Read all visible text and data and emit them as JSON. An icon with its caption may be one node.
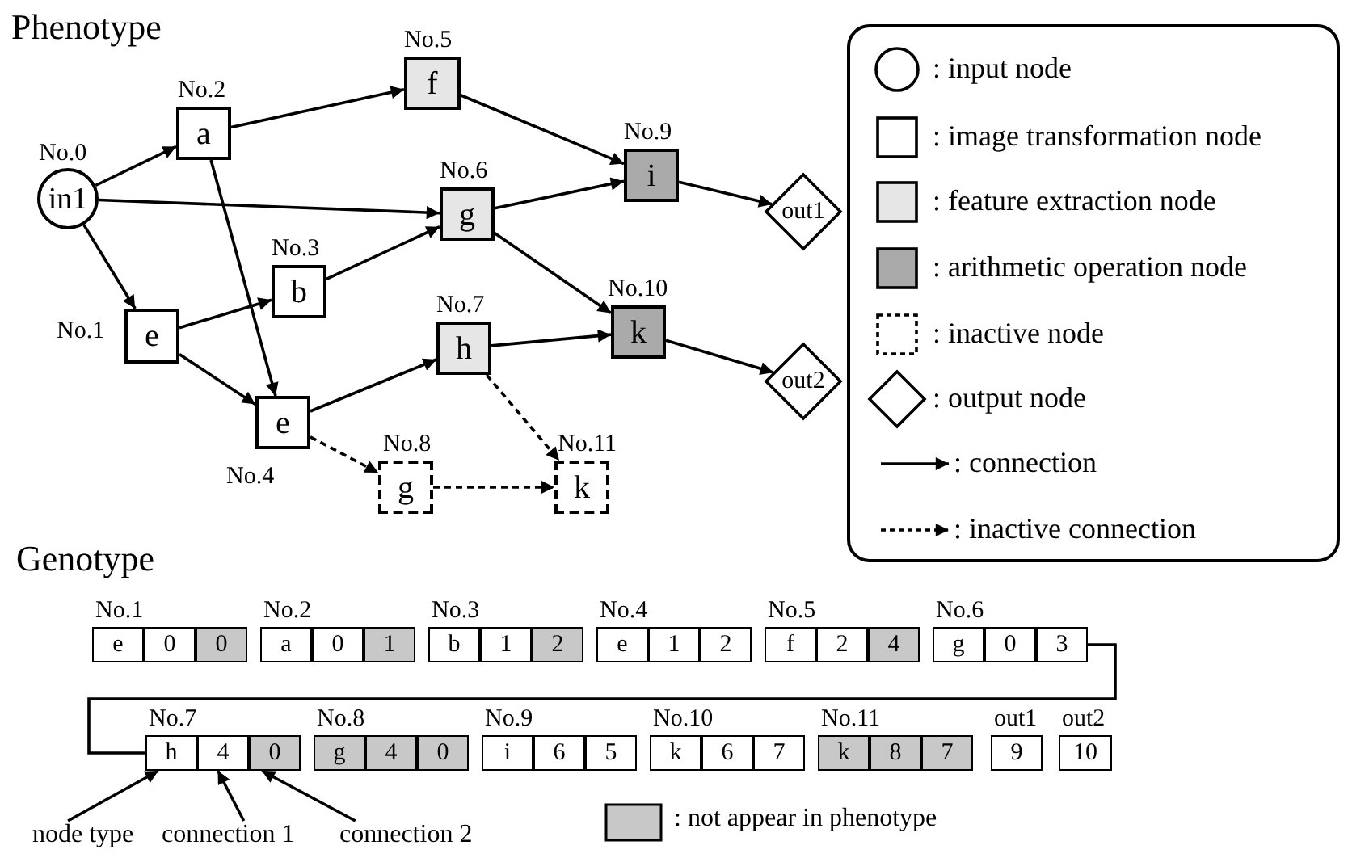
{
  "diagram": {
    "nodes": [
      {
        "text": [
          "in1"
        ],
        "beside": [
          "No.0"
        ]
      },
      {
        "text": [
          "e"
        ],
        "beside": [
          "No.1"
        ]
      },
      {
        "text": [
          "a"
        ],
        "beside": [
          "No.2"
        ]
      },
      {
        "text": [
          "b"
        ],
        "beside": [
          "No.3"
        ]
      },
      {
        "text": [
          "e"
        ],
        "beside": [
          "No.4"
        ]
      },
      {
        "text": [
          "f"
        ],
        "beside": [
          "No.5"
        ]
      },
      {
        "text": [
          "g"
        ],
        "beside": [
          "No.6"
        ]
      },
      {
        "text": [
          "h"
        ],
        "beside": [
          "No.7"
        ]
      },
      {
        "text": [
          "g"
        ],
        "beside": [
          "No.8"
        ]
      },
      {
        "text": [
          "i"
        ],
        "beside": [
          "No.9"
        ]
      },
      {
        "text": [
          "k"
        ],
        "beside": [
          "No.10"
        ]
      },
      {
        "text": [
          "k"
        ],
        "beside": [
          "No.11"
        ]
      },
      {
        "text": [
          "out1"
        ]
      },
      {
        "text": [
          "out2"
        ]
      },
      {
        "text": [
          "e"
        ]
      },
      {
        "text": [
          "0"
        ]
      },
      {
        "text": [
          "0"
        ]
      },
      {
        "text": [
          "a"
        ]
      },
      {
        "text": [
          "0"
        ]
      },
      {
        "text": [
          "1"
        ]
      },
      {
        "text": [
          "b"
        ]
      },
      {
        "text": [
          "1"
        ]
      },
      {
        "text": [
          "2"
        ]
      },
      {
        "text": [
          "e"
        ]
      },
      {
        "text": [
          "1"
        ]
      },
      {
        "text": [
          "2"
        ]
      },
      {
        "text": [
          "f"
        ]
      },
      {
        "text": [
          "2"
        ]
      },
      {
        "text": [
          "4"
        ]
      },
      {
        "text": [
          "g"
        ]
      },
      {
        "text": [
          "0"
        ]
      },
      {
        "text": [
          "3"
        ]
      },
      {
        "text": [
          "h"
        ]
      },
      {
        "text": [
          "4"
        ]
      },
      {
        "text": [
          "0"
        ]
      },
      {
        "text": [
          "g"
        ]
      },
      {
        "text": [
          "4"
        ]
      },
      {
        "text": [
          "0"
        ]
      },
      {
        "text": [
          "i"
        ]
      },
      {
        "text": [
          "6"
        ]
      },
      {
        "text": [
          "5"
        ]
      },
      {
        "text": [
          "k"
        ]
      },
      {
        "text": [
          "6"
        ]
      },
      {
        "text": [
          "7"
        ]
      },
      {
        "text": [
          "k"
        ]
      },
      {
        "text": [
          "8"
        ]
      },
      {
        "text": [
          "7"
        ]
      },
      {
        "text": [
          "9"
        ]
      },
      {
        "text": [
          "10"
        ]
      },
      {
        "text": [
          "node type"
        ]
      },
      {
        "text": [
          "connection 1"
        ]
      },
      {
        "text": [
          "connection 2"
        ]
      }
    ],
    "edges": [
      {
        "from": 0,
        "to": 2,
        "arrow": "to"
      },
      {
        "from": 0,
        "to": 6,
        "arrow": "to"
      },
      {
        "from": 0,
        "to": 1,
        "arrow": "to"
      },
      {
        "from": 2,
        "to": 5,
        "arrow": "to"
      },
      {
        "from": 2,
        "to": 4,
        "arrow": "to"
      },
      {
        "from": 1,
        "to": 3,
        "arrow": "to"
      },
      {
        "from": 1,
        "to": 4,
        "arrow": "to"
      },
      {
        "from": 3,
        "to": 6,
        "arrow": "to"
      },
      {
        "from": 5,
        "to": 9,
        "arrow": "to"
      },
      {
        "from": 6,
        "to": 9,
        "arrow": "to"
      },
      {
        "from": 6,
        "to": 10,
        "arrow": "to"
      },
      {
        "from": 4,
        "to": 7,
        "arrow": "to"
      },
      {
        "from": 7,
        "to": 10,
        "arrow": "to"
      },
      {
        "from": 9,
        "to": 12,
        "arrow": "to"
      },
      {
        "from": 10,
        "to": 13,
        "arrow": "to"
      },
      {
        "from": 4,
        "to": 8,
        "arrow": "to",
        "style": "dashed"
      },
      {
        "from": 7,
        "to": 11,
        "arrow": "to",
        "style": "dashed"
      },
      {
        "from": 8,
        "to": 11,
        "arrow": "to",
        "style": "dashed"
      },
      {
        "from": 31,
        "to": 32,
        "arrow": "none"
      },
      {
        "from": 49,
        "to": 32,
        "arrow": "to"
      },
      {
        "from": 50,
        "to": 33,
        "arrow": "to"
      },
      {
        "from": 51,
        "to": 34,
        "arrow": "to"
      }
    ],
    "labels": [
      "Phenotype",
      "Genotype",
      "No.1",
      "No.2",
      "No.3",
      "No.4",
      "No.5",
      "No.6",
      "No.7",
      "No.8",
      "No.9",
      "No.10",
      "No.11",
      "out1",
      "out2"
    ],
    "legend": [
      {
        "text": ": input node"
      },
      {
        "text": ": image transformation node",
        "color": "#ffffff"
      },
      {
        "text": ": feature extraction node",
        "color": "#e6e6e6"
      },
      {
        "text": ": arithmetic operation node",
        "color": "#aaaaaa"
      },
      {
        "text": ": inactive node"
      },
      {
        "text": ": output node"
      },
      {
        "text": ": connection"
      },
      {
        "text": ": inactive connection"
      },
      {
        "text": ": not appear in phenotype",
        "color": "#c8c8c8"
      }
    ]
  }
}
